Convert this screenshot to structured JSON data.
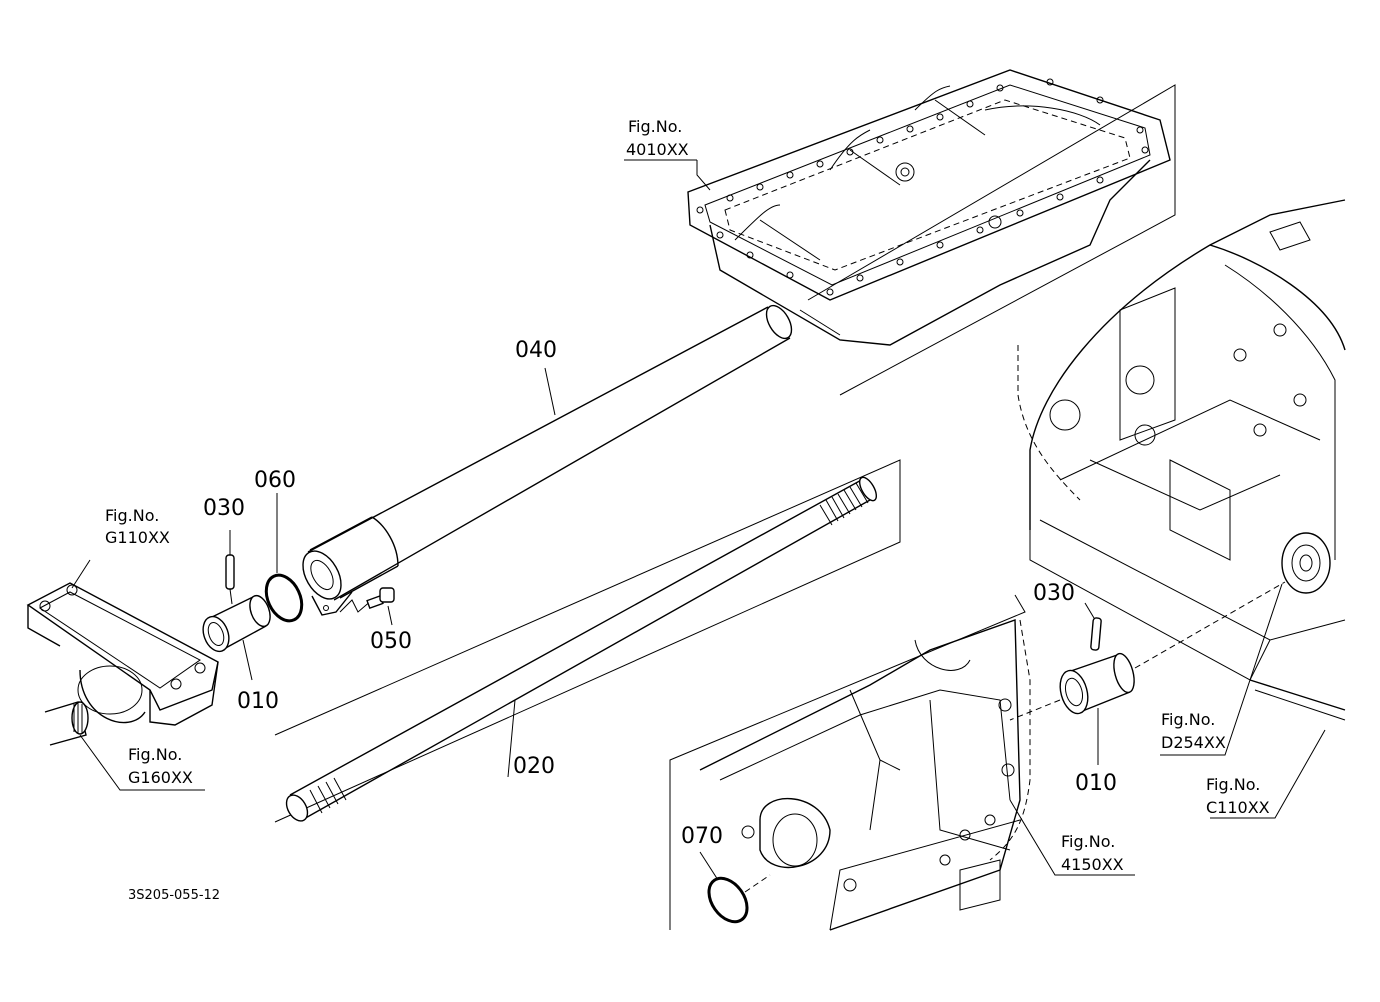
{
  "drawing_code": "3S205-055-12",
  "part_labels": {
    "p040": "040",
    "p060": "060",
    "p030_left": "030",
    "p010_left": "010",
    "p050": "050",
    "p020": "020",
    "p030_right": "030",
    "p010_right": "010",
    "p070": "070"
  },
  "figure_refs": [
    {
      "id": "fig-4010",
      "prefix": "Fig.No.",
      "number": "4010XX"
    },
    {
      "id": "fig-g110",
      "prefix": "Fig.No.",
      "number": "G110XX"
    },
    {
      "id": "fig-g160",
      "prefix": "Fig.No.",
      "number": "G160XX"
    },
    {
      "id": "fig-d254",
      "prefix": "Fig.No.",
      "number": "D254XX"
    },
    {
      "id": "fig-c110",
      "prefix": "Fig.No.",
      "number": "C110XX"
    },
    {
      "id": "fig-4150",
      "prefix": "Fig.No.",
      "number": "4150XX"
    }
  ]
}
